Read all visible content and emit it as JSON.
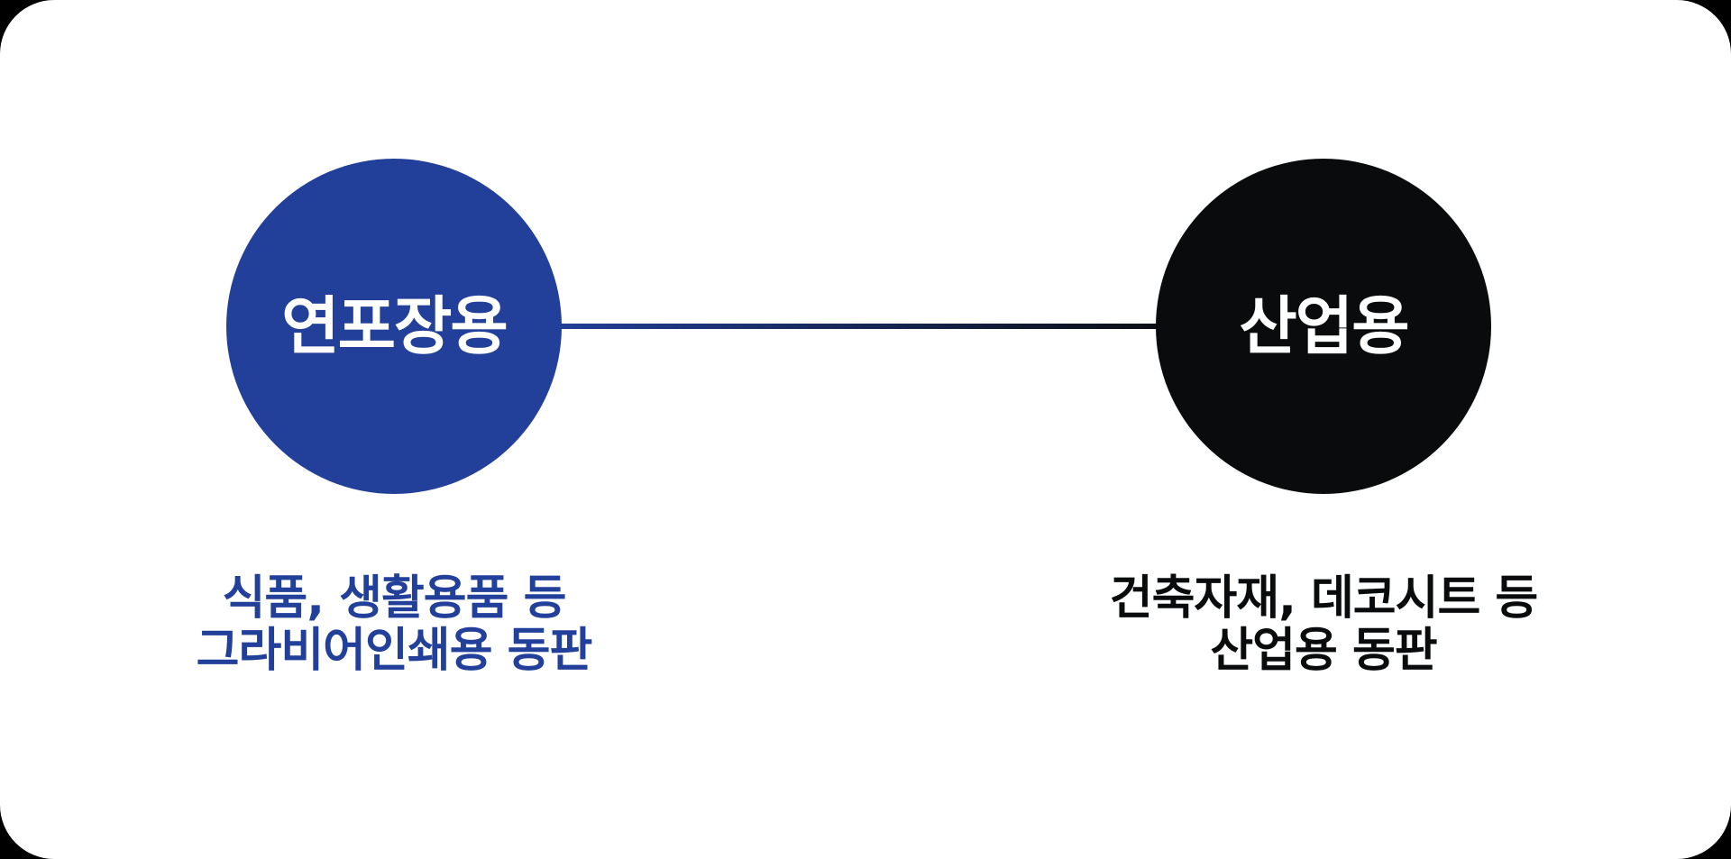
{
  "colors": {
    "left_accent": "#22409a",
    "right_accent": "#0a0b0c"
  },
  "left": {
    "circle_label": "연포장용",
    "caption_line1": "식품, 생활용품 등",
    "caption_line2": "그라비어인쇄용 동판"
  },
  "right": {
    "circle_label": "산업용",
    "caption_line1": "건축자재, 데코시트 등",
    "caption_line2": "산업용 동판"
  }
}
